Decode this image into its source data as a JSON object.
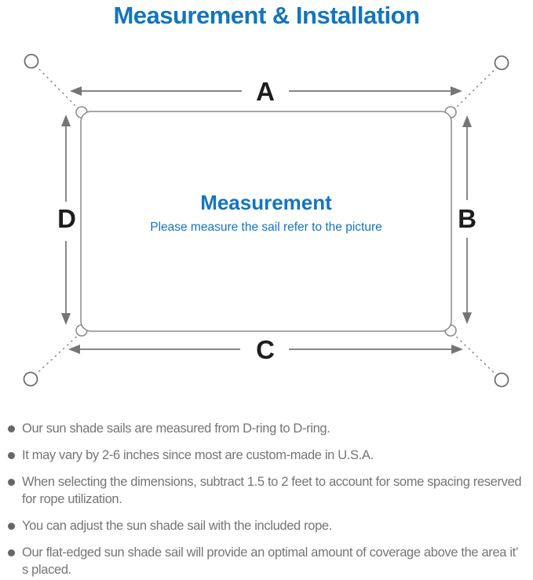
{
  "page": {
    "title": "Measurement & Installation"
  },
  "diagram": {
    "dimension_labels": {
      "top": "A",
      "right": "B",
      "bottom": "C",
      "left": "D"
    },
    "center_title": "Measurement",
    "center_subtitle": "Please measure the sail refer to the picture"
  },
  "notes": {
    "items": [
      "Our sun shade sails are measured from D-ring to D-ring.",
      "It may vary by 2-6 inches since most are custom-made in U.S.A.",
      "When selecting the dimensions, subtract 1.5 to 2 feet to account for some spacing reserved for rope utilization.",
      "You can adjust the sun shade sail with the included rope.",
      "Our flat-edged sun shade sail will provide an optimal amount of coverage above the area it’ s placed."
    ]
  },
  "colors": {
    "accent_blue": "#1375BD",
    "line_gray": "#8a8a8a",
    "ring_gray": "#6e6e6e",
    "arrow_gray": "#757575",
    "label_black": "#1d1d1d",
    "bullet_gray": "#666666",
    "text_gray": "#757575"
  }
}
